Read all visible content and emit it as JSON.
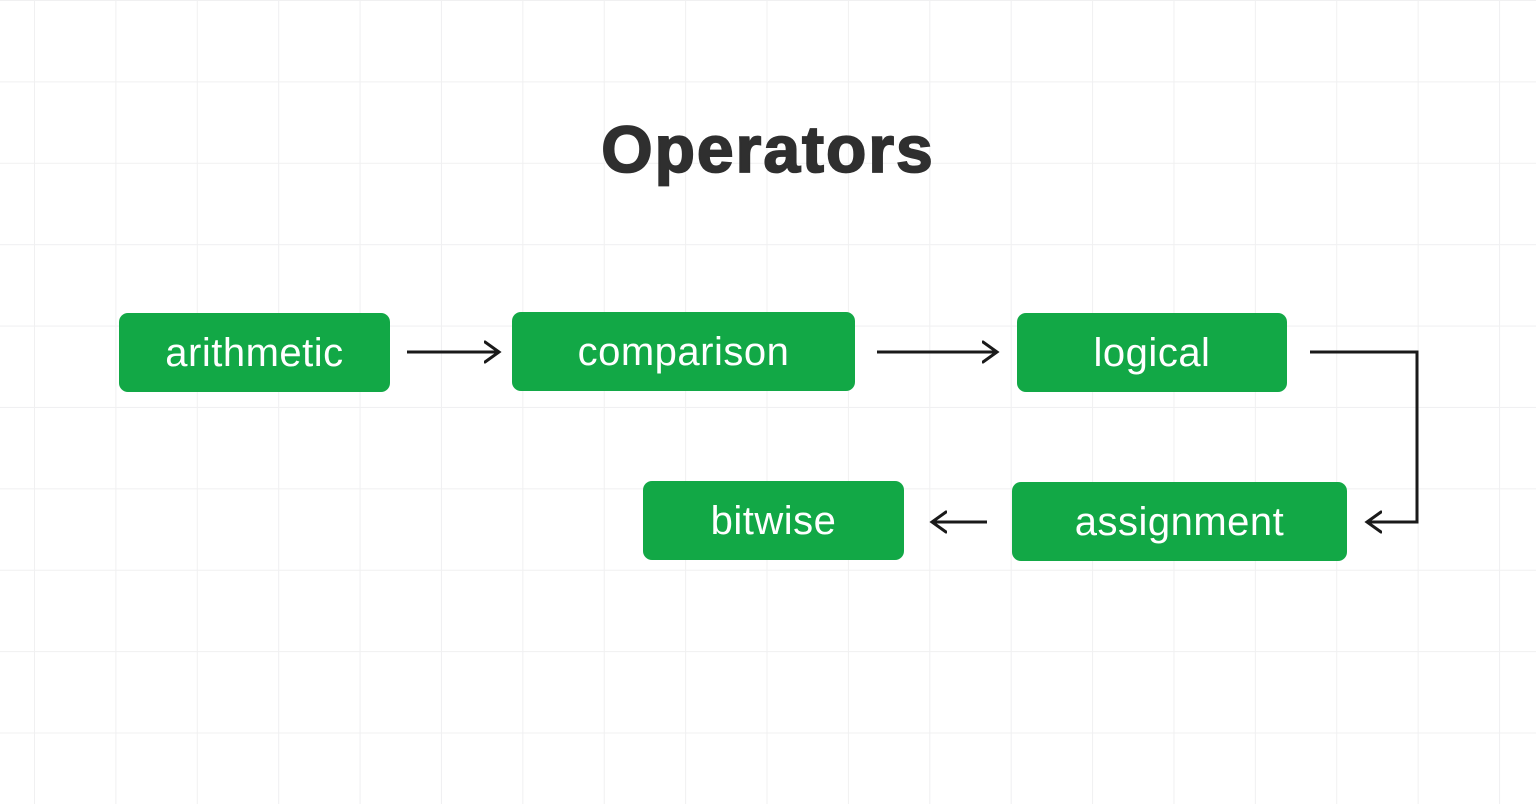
{
  "title": "Operators",
  "colors": {
    "node_fill": "#12a846",
    "node_text": "#ffffff",
    "arrow": "#1a1a1a",
    "title_text": "#2f2f2f",
    "background": "#ffffff",
    "grid_line": "#f0f0f1"
  },
  "nodes": [
    {
      "id": "arithmetic",
      "label": "arithmetic"
    },
    {
      "id": "comparison",
      "label": "comparison"
    },
    {
      "id": "logical",
      "label": "logical"
    },
    {
      "id": "bitwise",
      "label": "bitwise"
    },
    {
      "id": "assignment",
      "label": "assignment"
    }
  ],
  "edges": [
    {
      "from": "arithmetic",
      "to": "comparison",
      "style": "straight-right-arrow"
    },
    {
      "from": "comparison",
      "to": "logical",
      "style": "straight-right-arrow"
    },
    {
      "from": "logical",
      "to": "assignment",
      "style": "elbow-right-down-left-arrow"
    },
    {
      "from": "assignment",
      "to": "bitwise",
      "style": "straight-left-arrow"
    }
  ]
}
